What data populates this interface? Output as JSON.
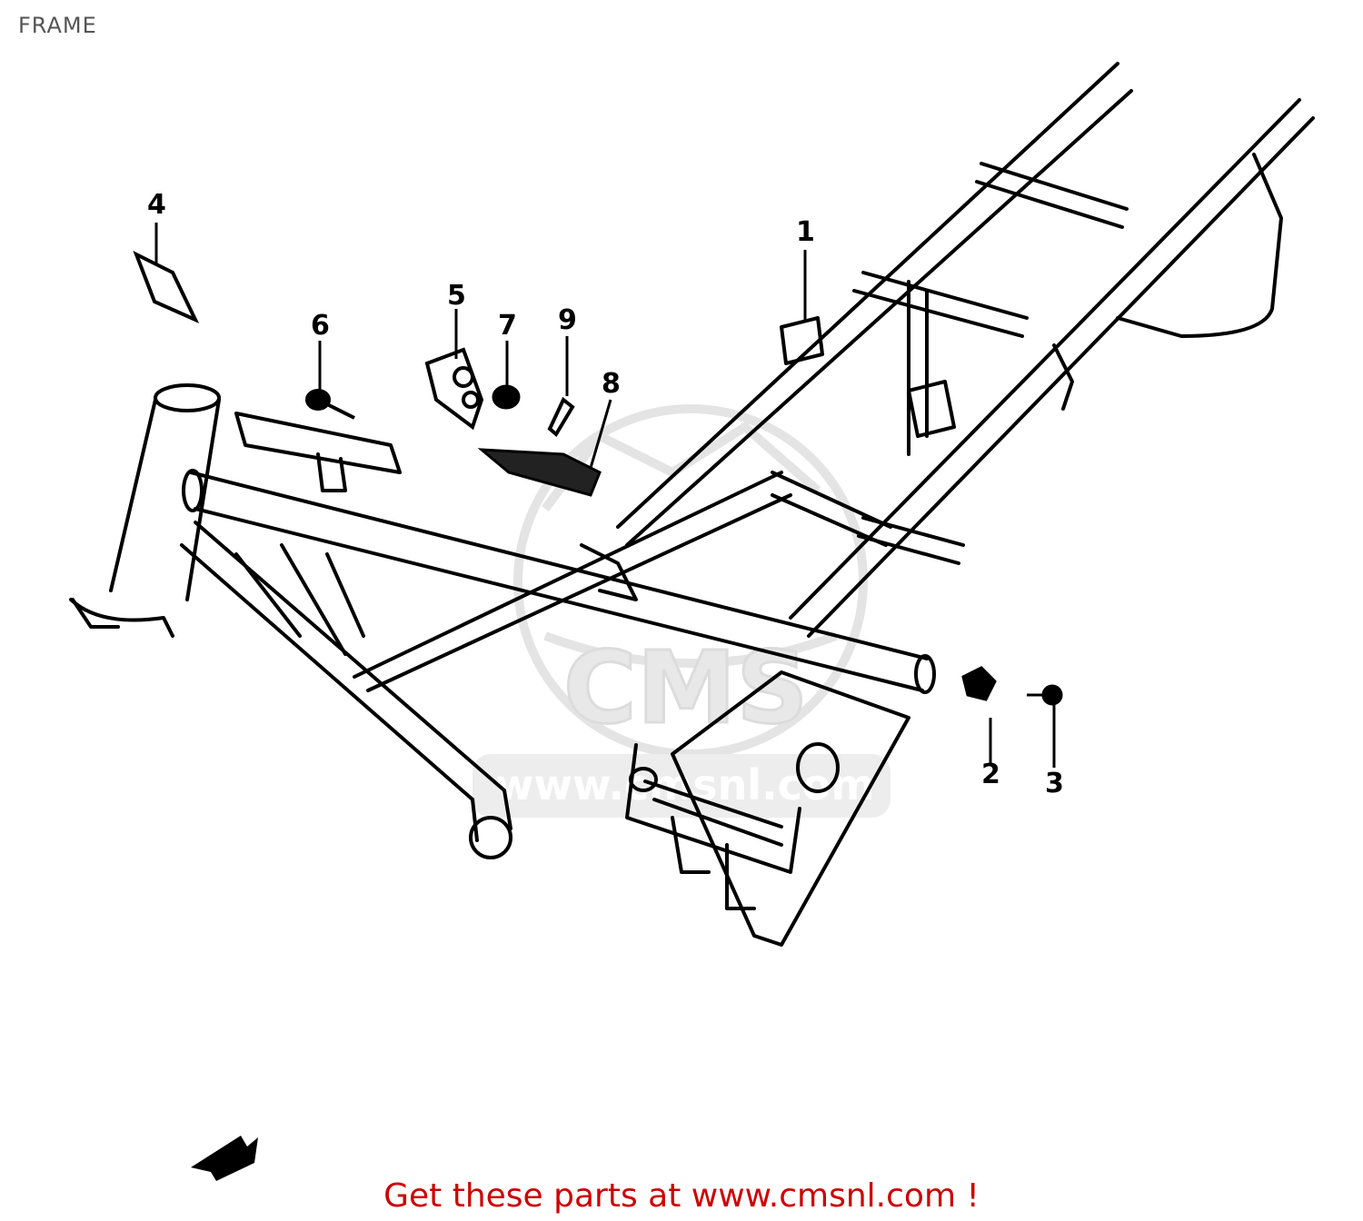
{
  "page": {
    "title": "FRAME",
    "footer": "Get these parts at www.cmsnl.com !",
    "footer_color": "#cc0000",
    "line_color": "#000000"
  },
  "watermark": {
    "brand": "CMS",
    "url": "www.cmsnl.com",
    "color": "#e2e2e2"
  },
  "diagram": {
    "callouts": [
      {
        "id": "1",
        "label": "1"
      },
      {
        "id": "2",
        "label": "2"
      },
      {
        "id": "3",
        "label": "3"
      },
      {
        "id": "4",
        "label": "4"
      },
      {
        "id": "5",
        "label": "5"
      },
      {
        "id": "6",
        "label": "6"
      },
      {
        "id": "7",
        "label": "7"
      },
      {
        "id": "8",
        "label": "8"
      },
      {
        "id": "9",
        "label": "9"
      }
    ],
    "icons": [
      "front-direction-arrow-icon"
    ]
  }
}
